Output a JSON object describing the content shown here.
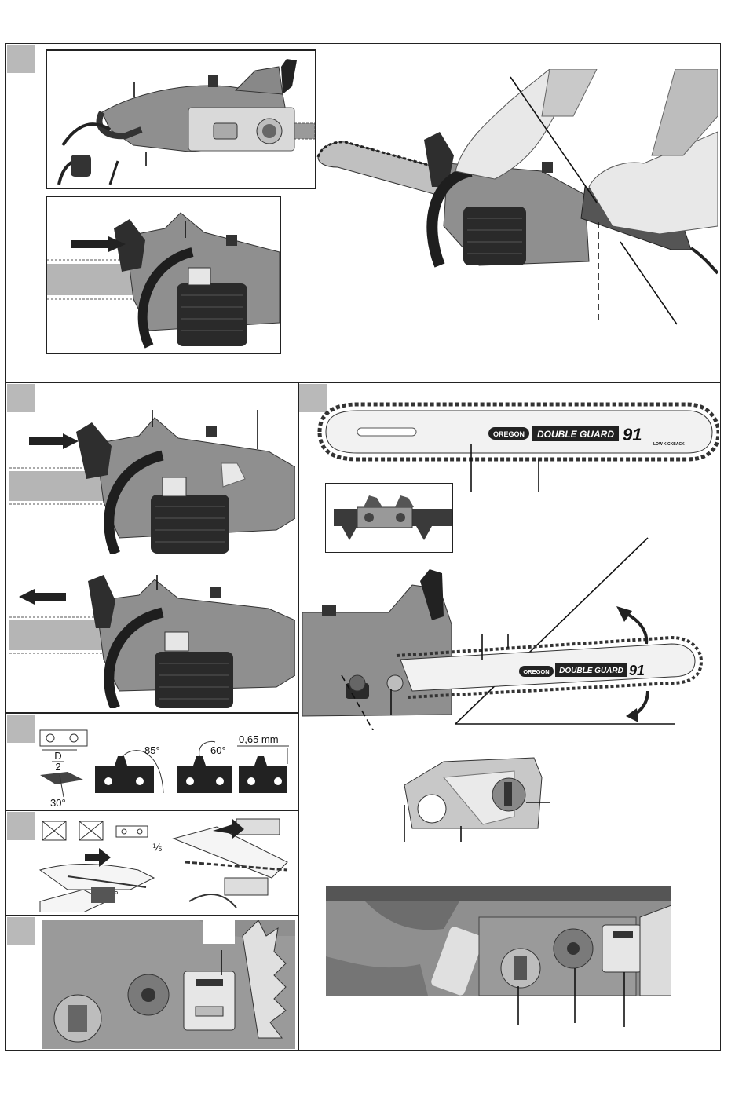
{
  "diagram": {
    "angle_labels": [
      "85°",
      "60°"
    ],
    "depth_label": "0,65 mm",
    "gauge_labels": [
      "D",
      "2"
    ],
    "file_angle_a": "30°",
    "file_angle_b": "30°",
    "file_fraction": "⅕"
  },
  "bar_markings": {
    "brand": "OREGON",
    "product": "DOUBLE GUARD",
    "model": "91",
    "low_kickback": "LOW KICKBACK"
  },
  "colors": {
    "body_gray": "#8f8f8f",
    "dark": "#2a2a2a",
    "panel_tag": "#b9b9b9",
    "frame": "#222222"
  }
}
